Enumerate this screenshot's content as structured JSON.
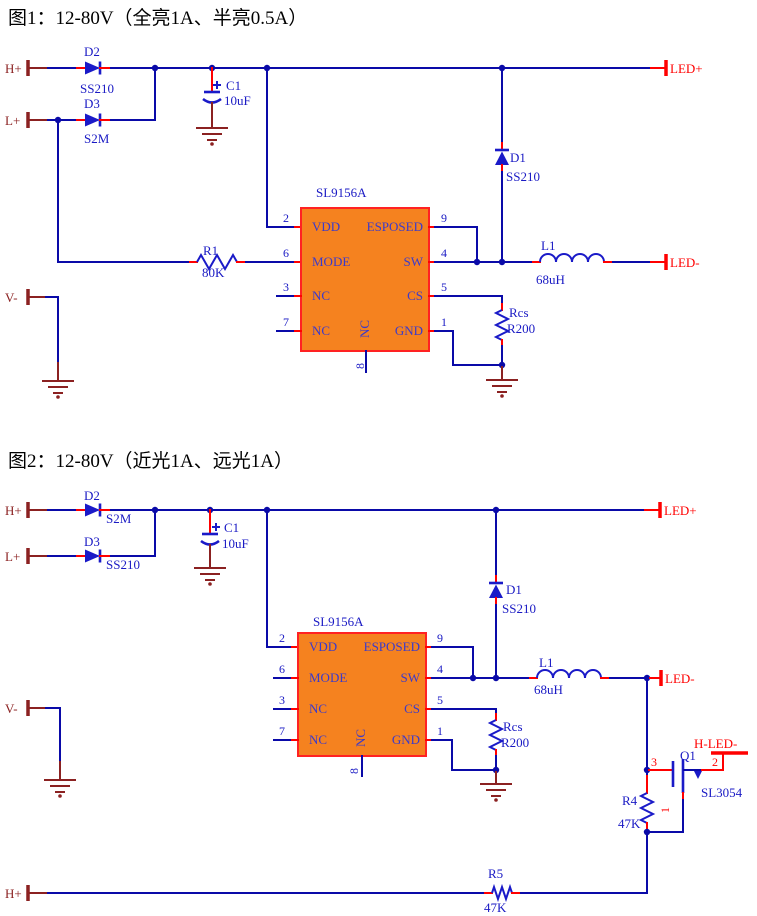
{
  "colors": {
    "wire_blue": "#0A0AA8",
    "component_blue": "#1A1AC8",
    "label_blue": "#1A1AC4",
    "accent_red": "#FF0000",
    "dark_red": "#8B2121",
    "ic_fill": "#F5821F",
    "ic_border": "#FF2222",
    "ic_text": "#3A3ACC",
    "title_black": "#000000",
    "background": "#FFFFFF"
  },
  "figure1": {
    "title": "图1：12-80V（全亮1A、半亮0.5A）",
    "terminals": {
      "h_plus": "H+",
      "l_plus": "L+",
      "v_minus": "V-",
      "led_plus": "LED+",
      "led_minus": "LED-"
    },
    "components": {
      "d2": {
        "ref": "D2",
        "value": "SS210"
      },
      "d3": {
        "ref": "D3",
        "value": "S2M"
      },
      "d1": {
        "ref": "D1",
        "value": "SS210"
      },
      "c1": {
        "ref": "C1",
        "value": "10uF"
      },
      "r1": {
        "ref": "R1",
        "value": "80K"
      },
      "rcs": {
        "ref": "Rcs",
        "value": "R200"
      },
      "l1": {
        "ref": "L1",
        "value": "68uH"
      }
    },
    "ic": {
      "name": "SL9156A",
      "left_pins": [
        {
          "num": "2",
          "name": "VDD"
        },
        {
          "num": "6",
          "name": "MODE"
        },
        {
          "num": "3",
          "name": "NC"
        },
        {
          "num": "7",
          "name": "NC"
        }
      ],
      "right_pins": [
        {
          "num": "9",
          "name": "ESPOSED"
        },
        {
          "num": "4",
          "name": "SW"
        },
        {
          "num": "5",
          "name": "CS"
        },
        {
          "num": "1",
          "name": "GND"
        }
      ],
      "bottom_pin": {
        "num": "8",
        "name": "NC"
      }
    }
  },
  "figure2": {
    "title": "图2：12-80V（近光1A、远光1A）",
    "terminals": {
      "h_plus": "H+",
      "l_plus": "L+",
      "v_minus": "V-",
      "led_plus": "LED+",
      "led_minus": "LED-",
      "h_led_minus": "H-LED-",
      "h_plus_bottom": "H+"
    },
    "components": {
      "d2": {
        "ref": "D2",
        "value": "S2M"
      },
      "d3": {
        "ref": "D3",
        "value": "SS210"
      },
      "d1": {
        "ref": "D1",
        "value": "SS210"
      },
      "c1": {
        "ref": "C1",
        "value": "10uF"
      },
      "rcs": {
        "ref": "Rcs",
        "value": "R200"
      },
      "l1": {
        "ref": "L1",
        "value": "68uH"
      },
      "q1": {
        "ref": "Q1",
        "value": "SL3054",
        "gate_pin": "3",
        "drain_pin": "2",
        "source_pin": "1"
      },
      "r4": {
        "ref": "R4",
        "value": "47K"
      },
      "r5": {
        "ref": "R5",
        "value": "47K"
      }
    },
    "ic": {
      "name": "SL9156A",
      "left_pins": [
        {
          "num": "2",
          "name": "VDD"
        },
        {
          "num": "6",
          "name": "MODE"
        },
        {
          "num": "3",
          "name": "NC"
        },
        {
          "num": "7",
          "name": "NC"
        }
      ],
      "right_pins": [
        {
          "num": "9",
          "name": "ESPOSED"
        },
        {
          "num": "4",
          "name": "SW"
        },
        {
          "num": "5",
          "name": "CS"
        },
        {
          "num": "1",
          "name": "GND"
        }
      ],
      "bottom_pin": {
        "num": "8",
        "name": "NC"
      }
    }
  }
}
